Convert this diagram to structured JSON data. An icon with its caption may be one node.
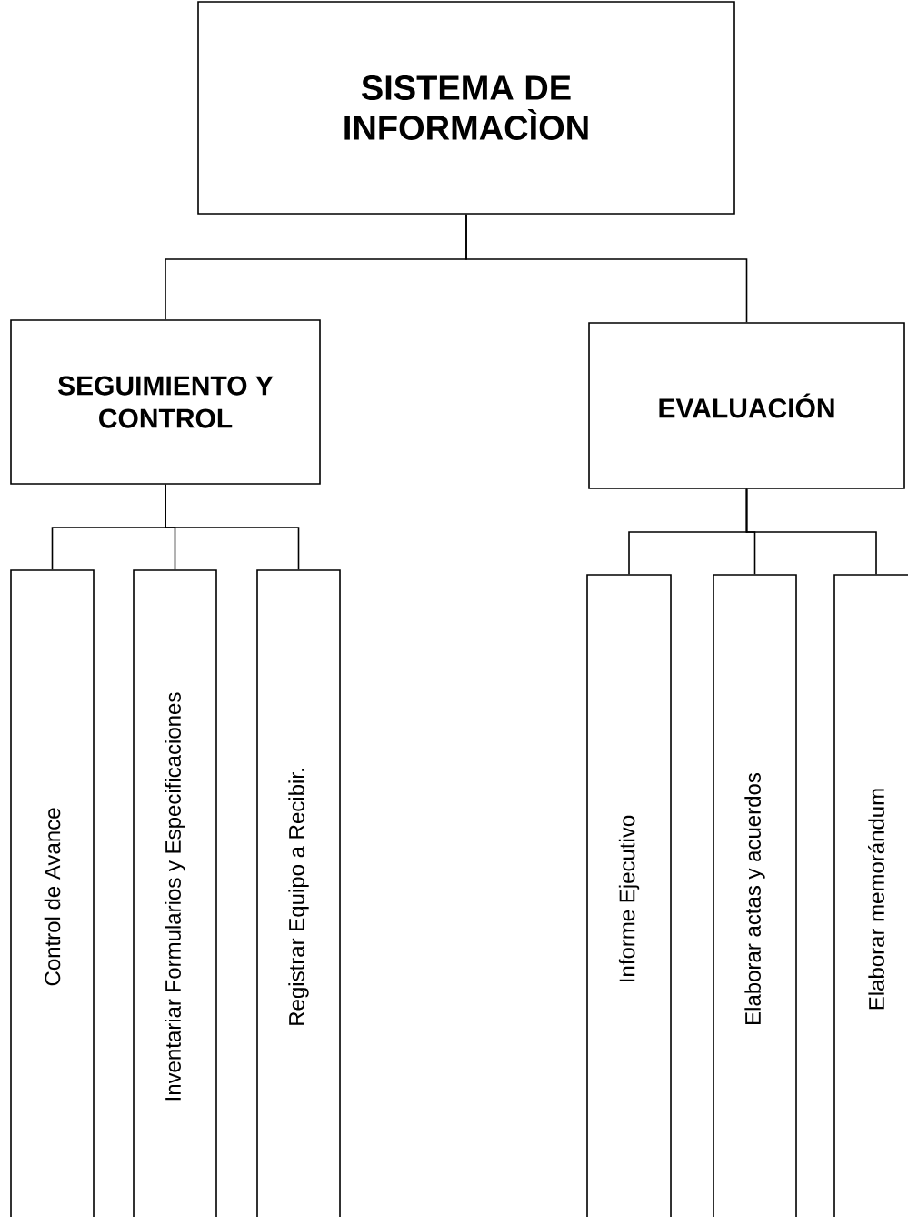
{
  "diagram": {
    "nodes": [
      {
        "text": [
          "SISTEMA DE INFORMACÌON"
        ]
      },
      {
        "text": [
          "SEGUIMIENTO Y CONTROL"
        ]
      },
      {
        "text": [
          "EVALUACIÓN"
        ]
      },
      {
        "text": [
          "Control de Avance"
        ]
      },
      {
        "text": [
          "Inventariar Formularios y Especificaciones"
        ]
      },
      {
        "text": [
          "Registrar Equipo a Recibir."
        ]
      },
      {
        "text": [
          "Informe Ejecutivo"
        ]
      },
      {
        "text": [
          "Elaborar actas y acuerdos"
        ]
      },
      {
        "text": [
          "Elaborar memorándum"
        ]
      }
    ],
    "edges": [
      {
        "from": 0,
        "to": 1,
        "arrow": "none"
      },
      {
        "from": 0,
        "to": 2,
        "arrow": "none"
      },
      {
        "from": 1,
        "to": 3,
        "arrow": "none"
      },
      {
        "from": 1,
        "to": 4,
        "arrow": "none"
      },
      {
        "from": 1,
        "to": 5,
        "arrow": "none"
      },
      {
        "from": 2,
        "to": 6,
        "arrow": "none"
      },
      {
        "from": 2,
        "to": 7,
        "arrow": "none"
      },
      {
        "from": 2,
        "to": 8,
        "arrow": "none"
      }
    ]
  }
}
